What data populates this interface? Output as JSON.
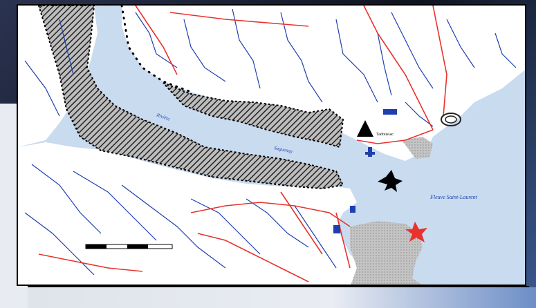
{
  "map": {
    "labels": {
      "river": "Fleuve Saint-Laurent",
      "town": "Tadoussac",
      "fjord": "Saguenay",
      "fjord2": "Rivière"
    },
    "colors": {
      "water": "#c9dbef",
      "land": "#ffffff",
      "rivers": "#1f3fb0",
      "roads": "#e8322d",
      "protected_hatch": "#222222",
      "urban": "#bdbdbd"
    },
    "icons": [
      "triangle-marker-icon",
      "plane-icon",
      "star-icon",
      "dock-icon",
      "scale-bar-icon"
    ]
  }
}
